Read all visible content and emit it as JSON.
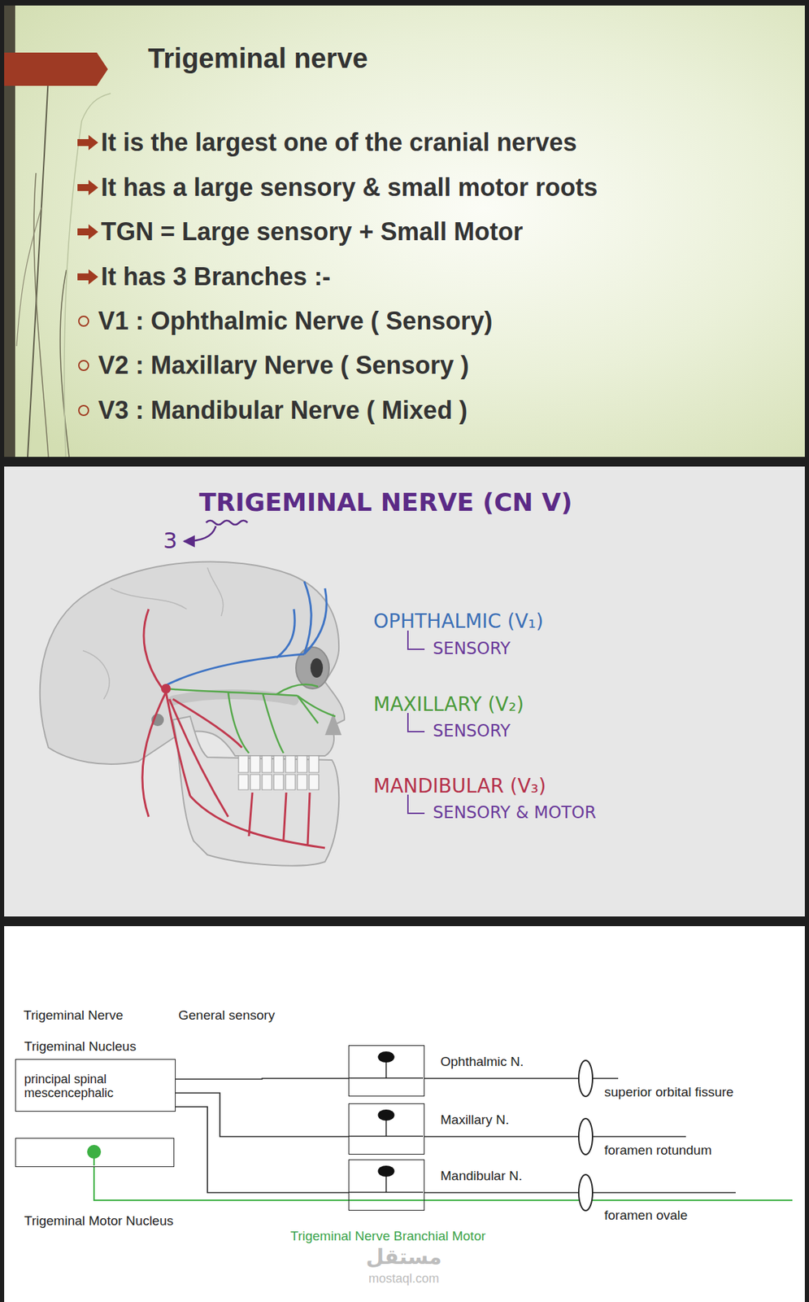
{
  "diagram": {
    "title": "Trigeminal nerve",
    "nodes": [
      {
        "text": [
          "Trigeminal Nucleus",
          "principal spinal mescencephalic"
        ]
      },
      {
        "text": [
          "Trigeminal Motor Nucleus"
        ]
      },
      {
        "text": [
          "Ophthalmic N."
        ]
      },
      {
        "text": [
          "Maxillary N."
        ]
      },
      {
        "text": [
          "Mandibular N."
        ]
      },
      {
        "text": [
          "superior orbital fissure"
        ]
      },
      {
        "text": [
          "foramen rotundum"
        ]
      },
      {
        "text": [
          "foramen ovale"
        ]
      }
    ],
    "edges": [
      {
        "from": 0,
        "to": 2,
        "arrow": "none"
      },
      {
        "from": 0,
        "to": 3,
        "arrow": "none"
      },
      {
        "from": 0,
        "to": 4,
        "arrow": "none"
      },
      {
        "from": 2,
        "to": 5,
        "arrow": "none"
      },
      {
        "from": 3,
        "to": 6,
        "arrow": "none"
      },
      {
        "from": 4,
        "to": 7,
        "arrow": "none"
      },
      {
        "from": 1,
        "to": 7,
        "arrow": "none"
      }
    ],
    "labels": [
      "It is the largest one of the cranial nerves",
      "It has a large sensory & small motor roots",
      "TGN = Large sensory + Small Motor",
      "It has 3 Branches :-",
      "V1 : Ophthalmic Nerve ( Sensory)",
      "V2 : Maxillary Nerve ( Sensory )",
      "V3 : Mandibular Nerve ( Mixed )",
      "TRIGEMINAL NERVE (CN V)",
      "3",
      "OPHTHALMIC (V₁)",
      "SENSORY",
      "MAXILLARY (V₂)",
      "SENSORY",
      "MANDIBULAR (V₃)",
      "SENSORY & MOTOR",
      "Trigeminal Nerve",
      "General sensory",
      "Trigeminal Nerve Branchial Motor",
      "مستقل",
      "mostaql.com"
    ]
  }
}
